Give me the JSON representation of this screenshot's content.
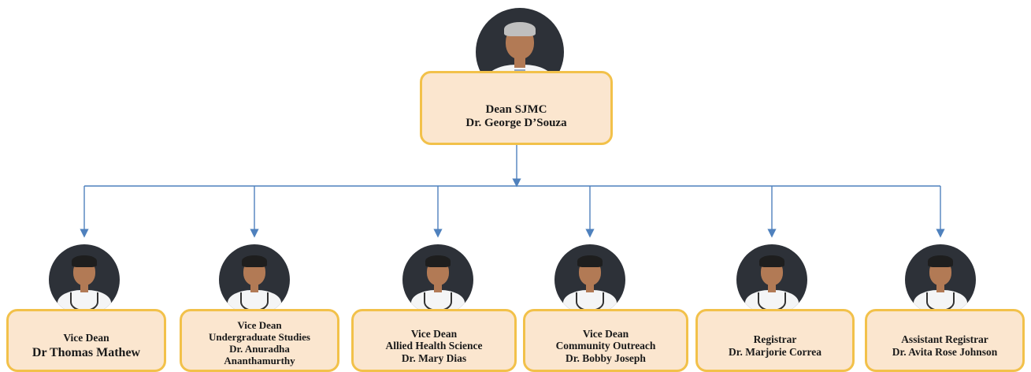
{
  "colors": {
    "box_fill": "#fbe6cf",
    "box_border": "#f2c14a",
    "connector": "#4f81bd",
    "photo_bg": "#2d3138"
  },
  "top": {
    "title": "Dean SJMC",
    "name": "Dr. George D’Souza",
    "photo": "portrait-photo"
  },
  "members": [
    {
      "lines": [
        "Vice Dean",
        "Dr Thomas Mathew"
      ],
      "photo": "portrait-photo"
    },
    {
      "lines": [
        "Vice Dean",
        "Undergraduate Studies",
        "Dr. Anuradha",
        "Ananthamurthy"
      ],
      "photo": "portrait-photo"
    },
    {
      "lines": [
        "Vice Dean",
        "Allied Health Science",
        "Dr. Mary Dias"
      ],
      "photo": "portrait-photo"
    },
    {
      "lines": [
        "Vice Dean",
        "Community Outreach",
        "Dr. Bobby Joseph"
      ],
      "photo": "portrait-photo"
    },
    {
      "lines": [
        "Registrar",
        "Dr. Marjorie Correa"
      ],
      "photo": "portrait-photo"
    },
    {
      "lines": [
        "Assistant Registrar",
        "Dr. Avita Rose Johnson"
      ],
      "photo": "portrait-photo"
    }
  ]
}
